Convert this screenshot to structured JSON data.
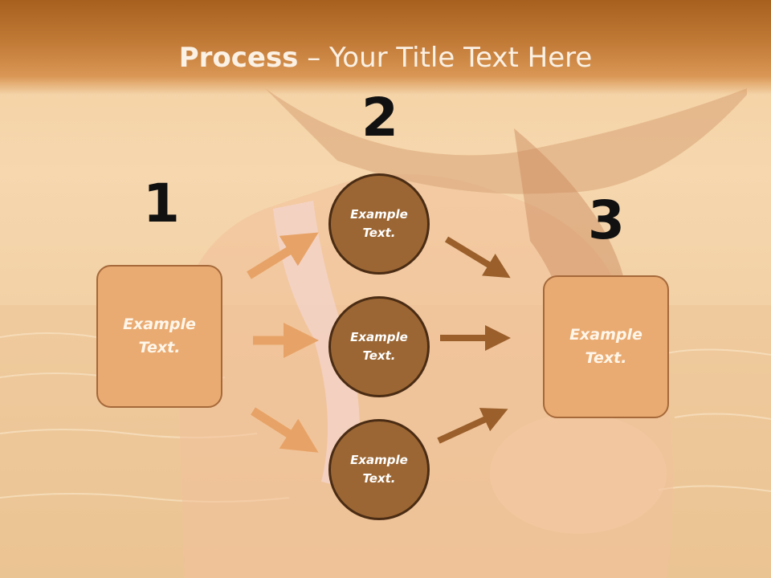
{
  "title": {
    "bold": "Process",
    "rest": " – Your Title Text Here"
  },
  "steps": [
    {
      "number": "1",
      "box_text": "Example\nText."
    },
    {
      "number": "2"
    },
    {
      "number": "3",
      "box_text": "Example\nText."
    }
  ],
  "circles": [
    "Example\nText.",
    "Example\nText.",
    "Example\nText."
  ],
  "colors": {
    "title_band": "#b86e2c",
    "box_fill": "#e9ab72",
    "circle_fill": "#9b6633",
    "arrow_light": "#e7a367",
    "arrow_dark": "#9a5f2b"
  }
}
